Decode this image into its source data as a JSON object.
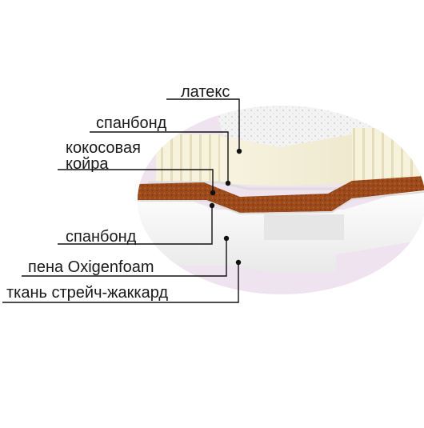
{
  "layers": [
    {
      "id": "latex",
      "label": "латекс"
    },
    {
      "id": "spunbond-top",
      "label": "спанбонд"
    },
    {
      "id": "coir",
      "label_line1": "кокосовая",
      "label_line2": "койра"
    },
    {
      "id": "spunbond-bottom",
      "label": "спанбонд"
    },
    {
      "id": "foam",
      "label": "пена Oxigenfoam"
    },
    {
      "id": "fabric",
      "label": "ткань стрейч-жаккард"
    }
  ],
  "colors": {
    "coir": "#9c4a1c",
    "latex": "#f4f0dc",
    "foam": "#f6f6f6",
    "fabric": "#efe3ef",
    "leader": "#111111"
  }
}
